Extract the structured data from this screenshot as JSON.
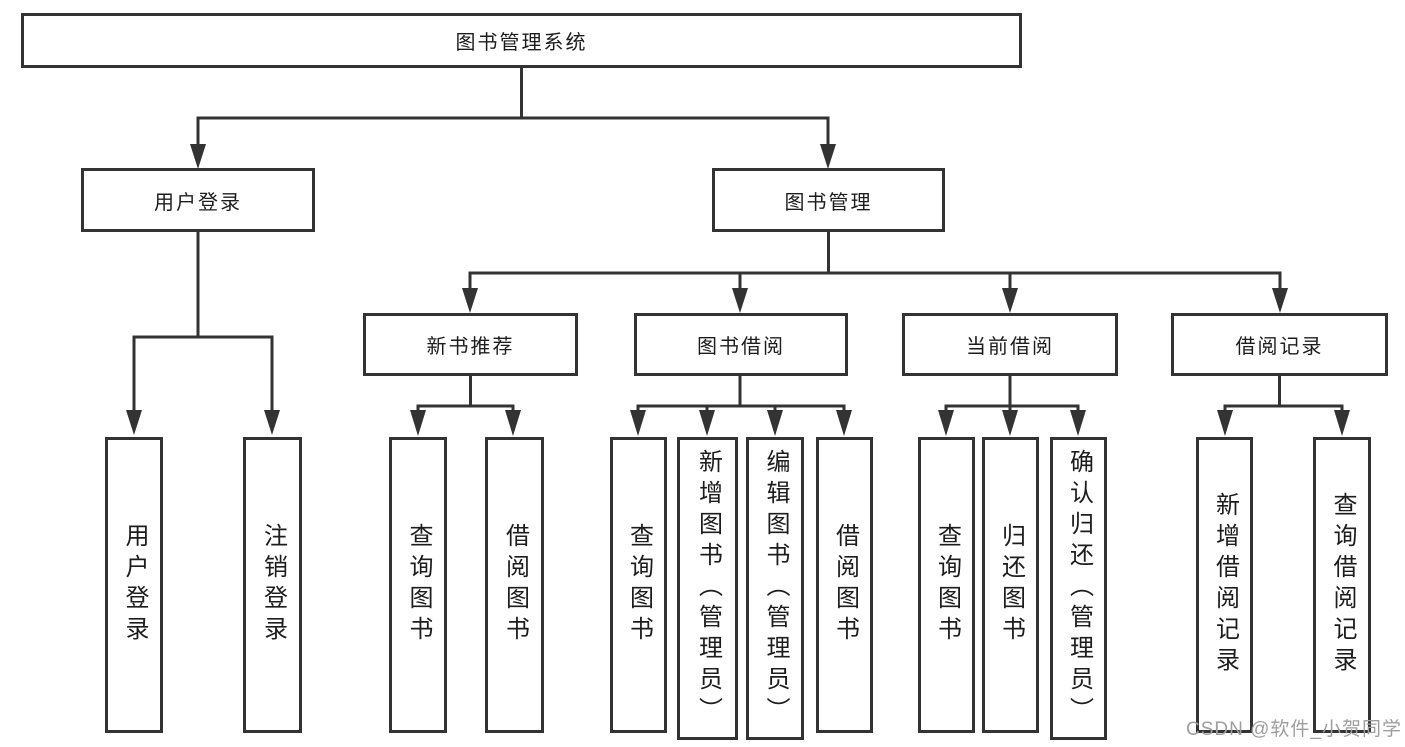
{
  "diagram": {
    "root": {
      "label": "图书管理系统"
    },
    "level1": [
      {
        "label": "用户登录"
      },
      {
        "label": "图书管理"
      }
    ],
    "level2": [
      {
        "label": "新书推荐"
      },
      {
        "label": "图书借阅"
      },
      {
        "label": "当前借阅"
      },
      {
        "label": "借阅记录"
      }
    ],
    "leaves": {
      "login": [
        "用户登录",
        "注销登录"
      ],
      "recommend": [
        "查询图书",
        "借阅图书"
      ],
      "borrow": [
        "查询图书",
        "新增图书（管理员）",
        "编辑图书（管理员）",
        "借阅图书"
      ],
      "current": [
        "查询图书",
        "归还图书",
        "确认归还（管理员）"
      ],
      "records": [
        "新增借阅记录",
        "查询借阅记录"
      ]
    }
  },
  "watermark": "CSDN @软件_小贺同学",
  "colors": {
    "line": "#333333",
    "text": "#1d1d1d",
    "watermark": "#9e9e9e",
    "background": "#ffffff"
  }
}
